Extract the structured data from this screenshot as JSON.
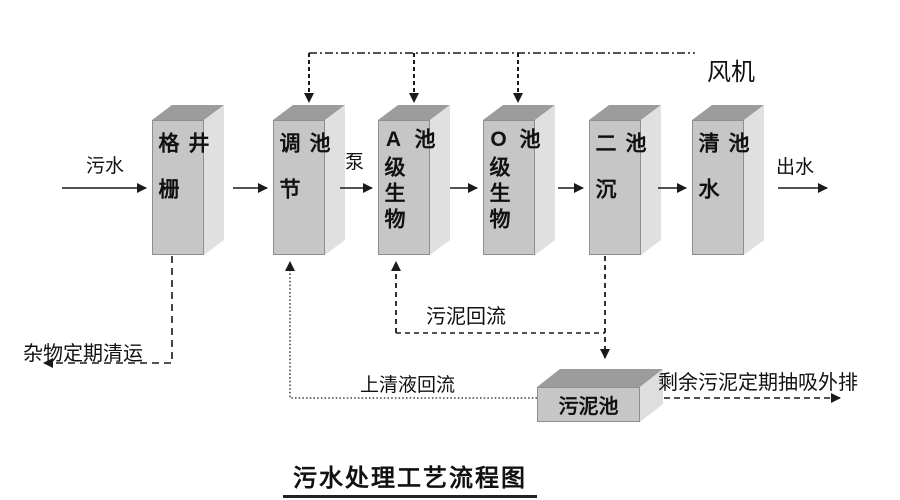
{
  "title": "污水处理工艺流程图",
  "labels": {
    "influent": "污水",
    "pump": "泵",
    "effluent": "出水",
    "blower": "风机",
    "debris_removal": "杂物定期清运",
    "sludge_return": "污泥回流",
    "supernatant_return": "上清液回流",
    "excess_sludge": "剩余污泥定期抽吸外排"
  },
  "tanks": [
    {
      "label": "格栅井"
    },
    {
      "label": "调节池"
    },
    {
      "label": "A级生物池"
    },
    {
      "label": "O级生物池"
    },
    {
      "label": "二沉池"
    },
    {
      "label": "清水池"
    },
    {
      "label": "污泥池"
    }
  ],
  "colors": {
    "box_front": "#c6c6c6",
    "box_top": "#9c9c9c",
    "box_side": "#e0e0e0",
    "line": "#1a1a1a",
    "background": "#ffffff"
  }
}
